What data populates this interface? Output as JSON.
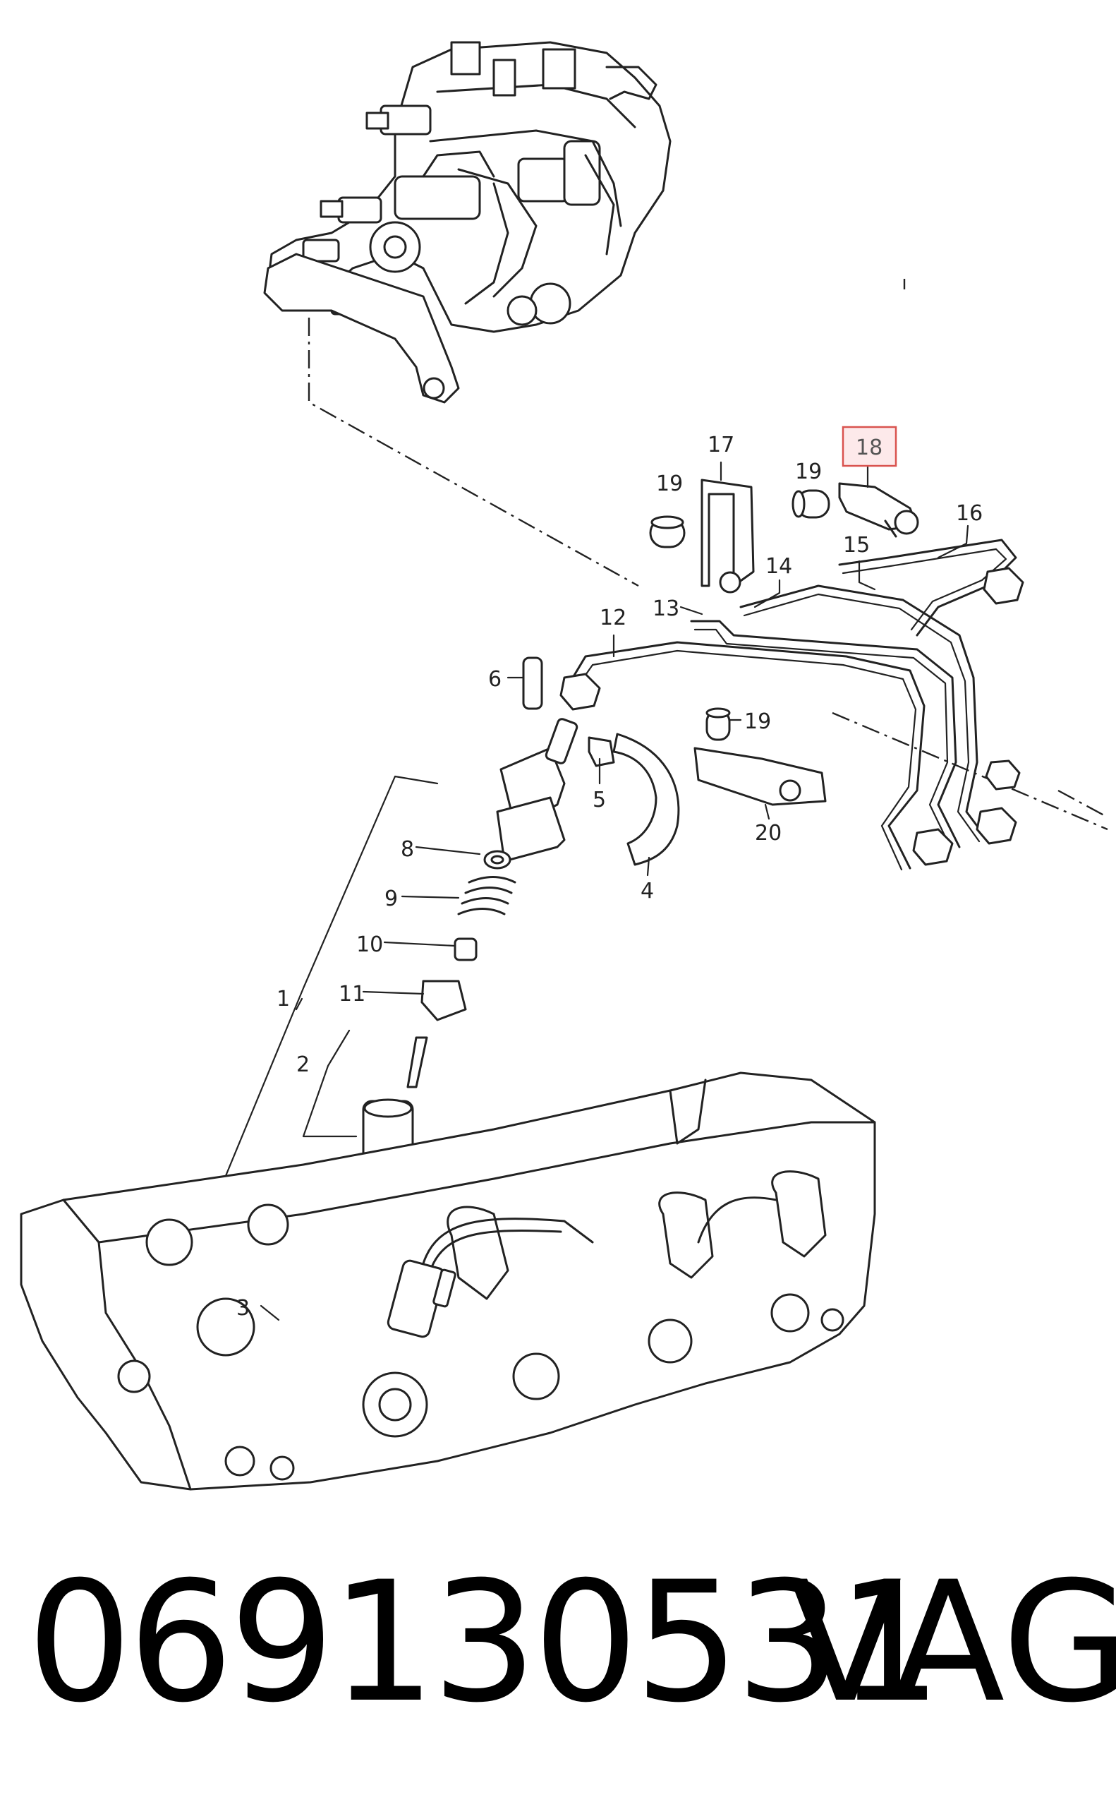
{
  "callouts": [
    {
      "id": "c1",
      "text": "1"
    },
    {
      "id": "c2",
      "text": "2"
    },
    {
      "id": "c3",
      "text": "3"
    },
    {
      "id": "c4",
      "text": "4"
    },
    {
      "id": "c5",
      "text": "5"
    },
    {
      "id": "c6",
      "text": "6"
    },
    {
      "id": "c8",
      "text": "8"
    },
    {
      "id": "c9",
      "text": "9"
    },
    {
      "id": "c10",
      "text": "10"
    },
    {
      "id": "c11",
      "text": "11"
    },
    {
      "id": "c12",
      "text": "12"
    },
    {
      "id": "c13",
      "text": "13"
    },
    {
      "id": "c14",
      "text": "14"
    },
    {
      "id": "c15",
      "text": "15"
    },
    {
      "id": "c16",
      "text": "16"
    },
    {
      "id": "c17",
      "text": "17"
    },
    {
      "id": "c18",
      "text": "18"
    },
    {
      "id": "c19a",
      "text": "19"
    },
    {
      "id": "c19b",
      "text": "19"
    },
    {
      "id": "c19c",
      "text": "19"
    },
    {
      "id": "c20",
      "text": "20"
    }
  ],
  "highlighted_callout": "18",
  "colors": {
    "highlight_border": "#d9534f",
    "highlight_fill": "#fde9ea",
    "ink": "#222222"
  },
  "footer": {
    "part_number": "069130531",
    "brand": "VAG"
  }
}
